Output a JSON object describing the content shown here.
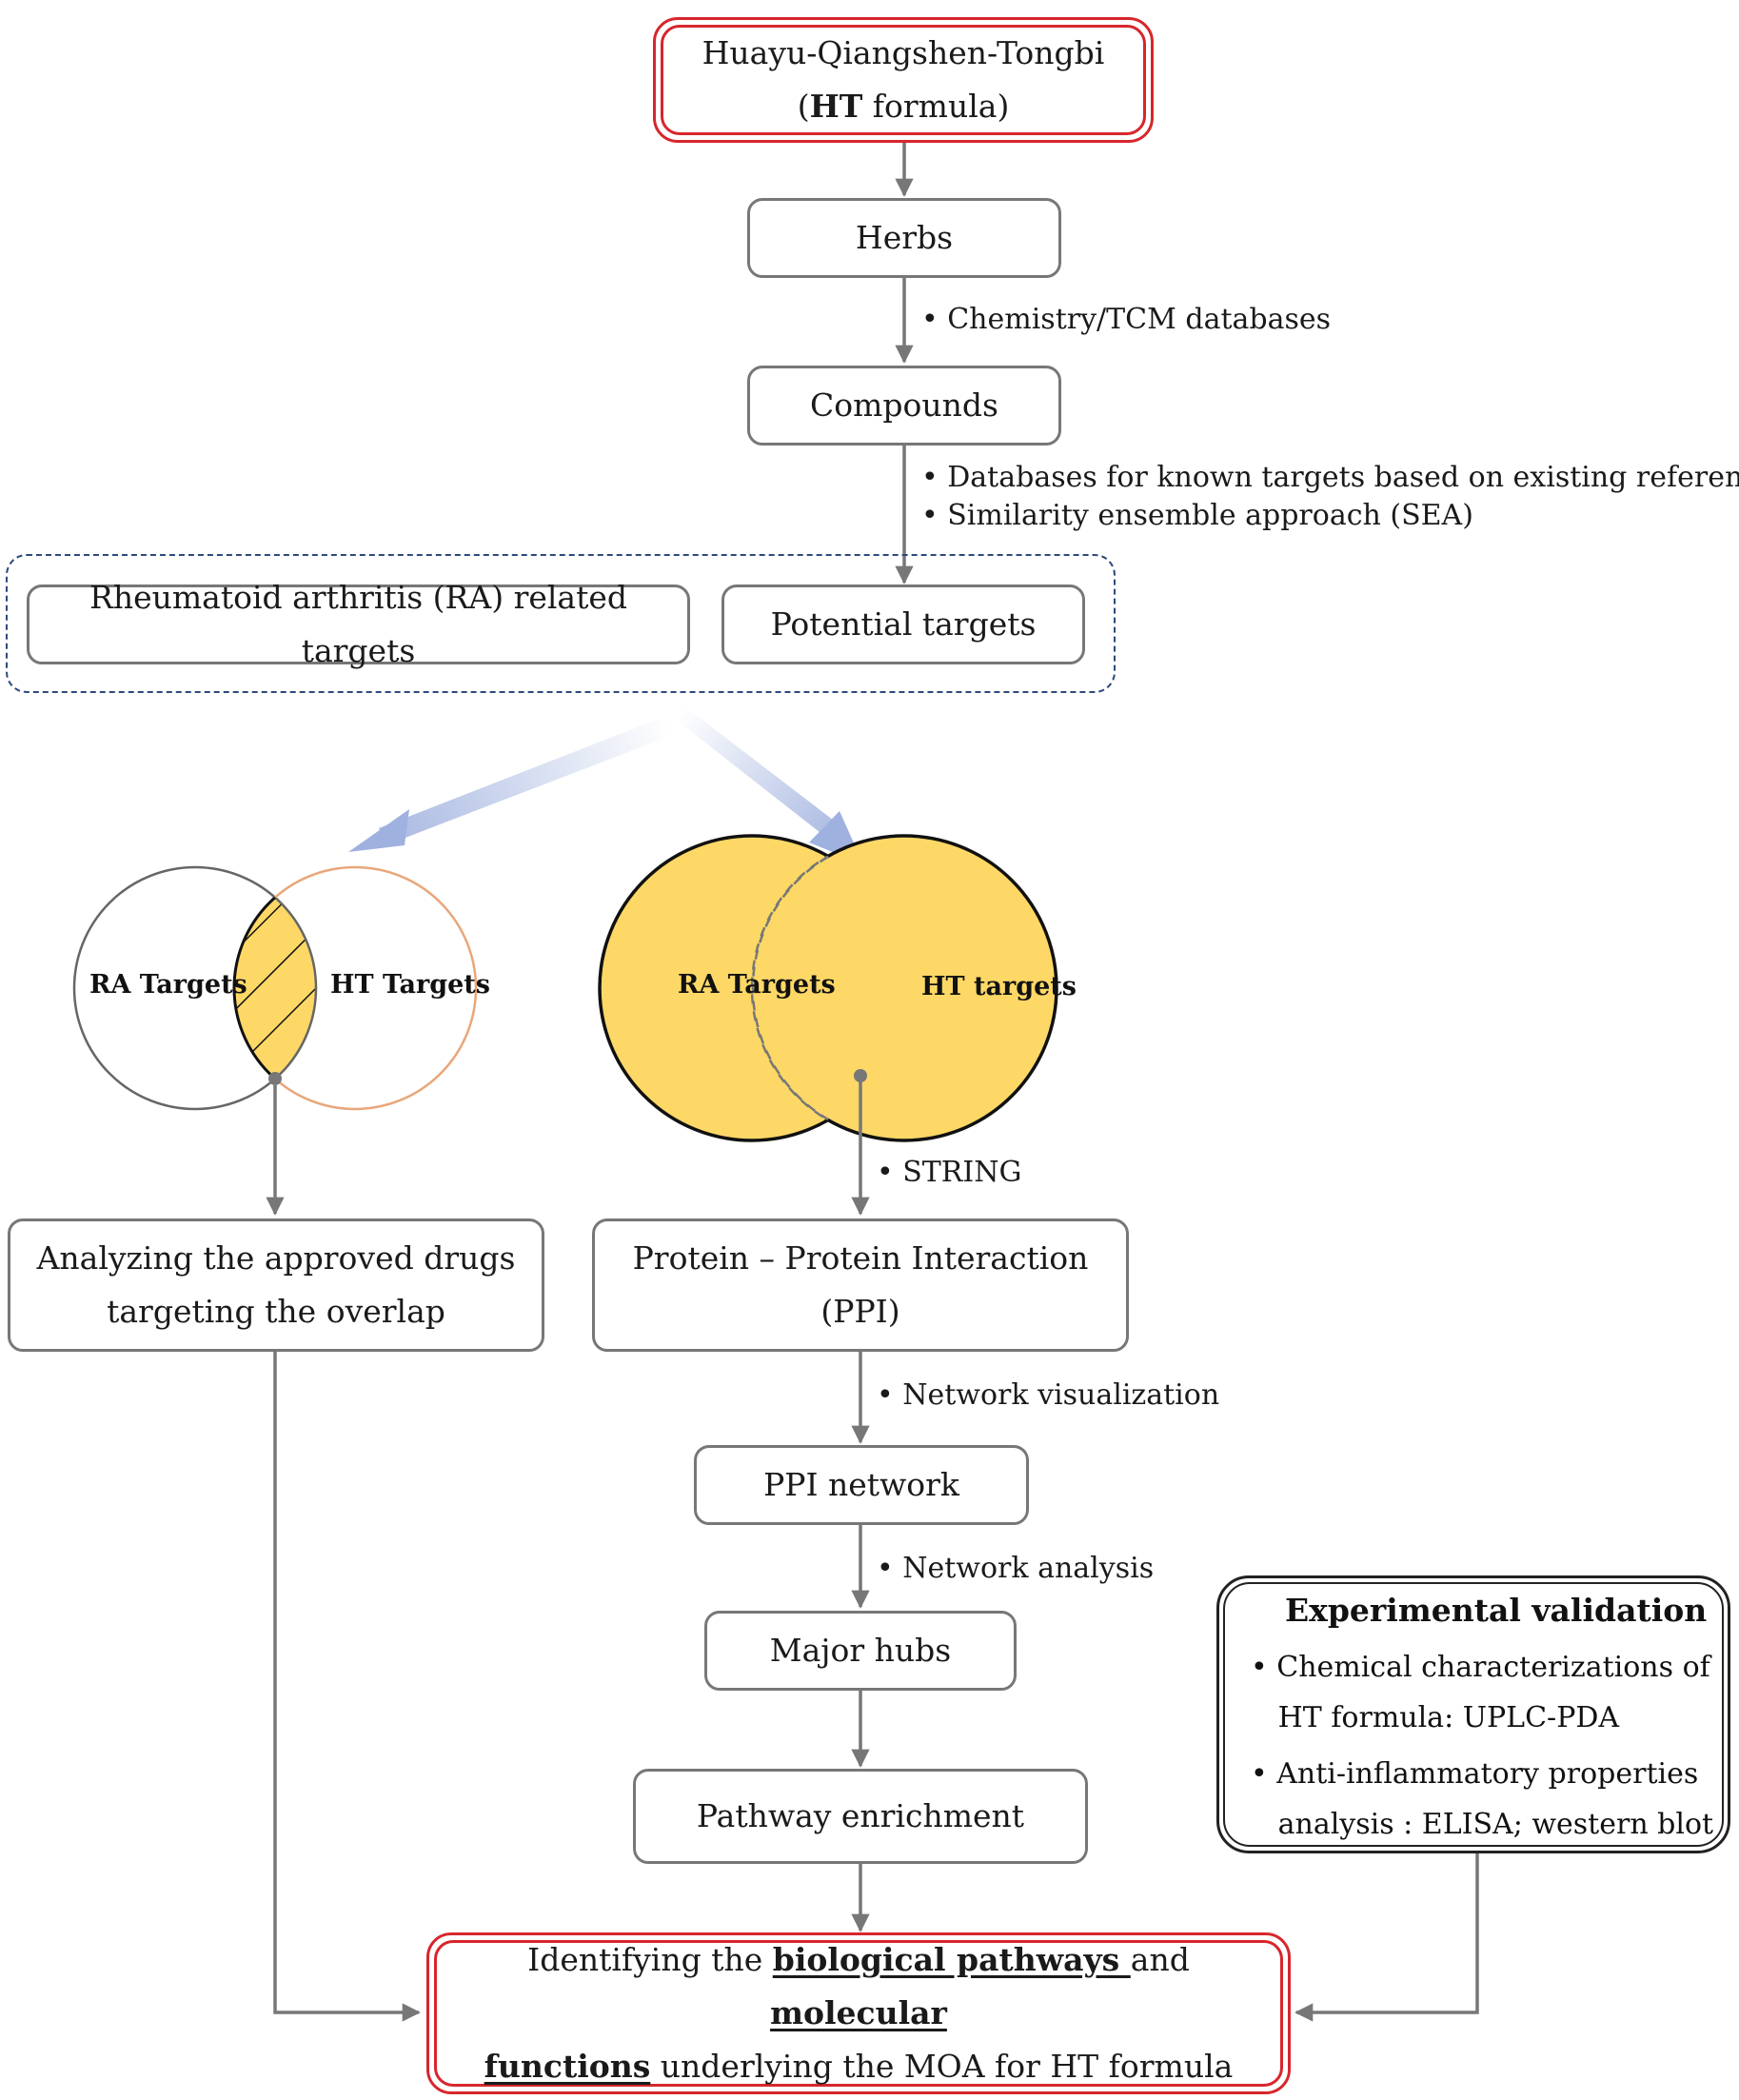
{
  "top": {
    "line1": "Huayu-Qiangshen-Tongbi",
    "line2_bold": "HT",
    "line2_rest": " formula"
  },
  "herbs": "Herbs",
  "note_chem": "• Chemistry/TCM databases",
  "compounds": "Compounds",
  "note_db": "• Databases for known targets based on existing references",
  "note_sea": "• Similarity ensemble approach (SEA)",
  "ra_related": "Rheumatoid arthritis (RA) related targets",
  "potential": "Potential targets",
  "venn_left": {
    "a": "RA Targets",
    "b": "HT Targets"
  },
  "venn_right": {
    "a": "RA Targets",
    "b": "HT targets"
  },
  "note_string": "• STRING",
  "drugs": {
    "line1": "Analyzing the approved drugs",
    "line2": "targeting the overlap"
  },
  "ppi": {
    "line1": "Protein – Protein Interaction",
    "line2": "(PPI)"
  },
  "note_netvis": "• Network visualization",
  "ppi_network": "PPI network",
  "note_netana": "• Network analysis",
  "hubs": "Major hubs",
  "pathway": "Pathway enrichment",
  "experimental": {
    "title": "Experimental validation",
    "item1_a": "Chemical characterizations of",
    "item1_b": "HT formula: UPLC-PDA",
    "item2_a": "Anti-inflammatory properties",
    "item2_b": "analysis : ELISA; western blot"
  },
  "final": {
    "t1": "Identifying the ",
    "u1": "biological pathways ",
    "t2": "and ",
    "u2": "molecular",
    "u3": "functions",
    "t3": " underlying the MOA for HT formula"
  },
  "colors": {
    "gold": "#fdd866",
    "red": "#d7262d",
    "navy": "#2d4a7c",
    "arrow": "#777777",
    "orange_circle": "#e8a77a"
  }
}
